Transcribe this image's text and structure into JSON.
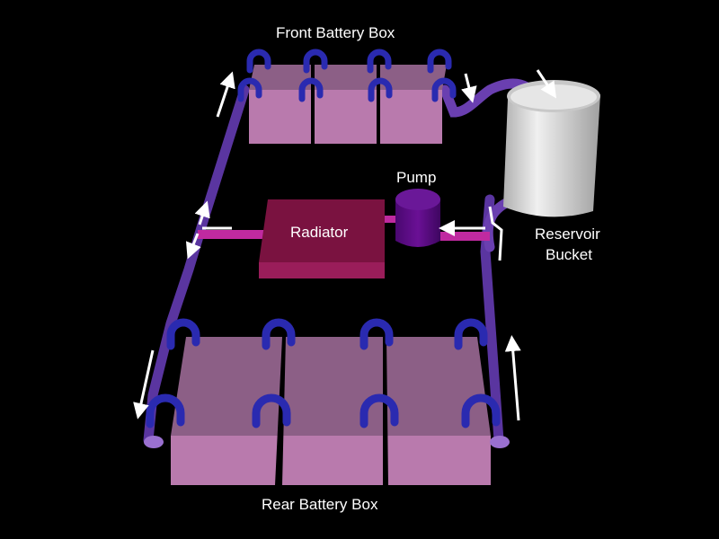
{
  "labels": {
    "front_battery_box": "Front Battery Box",
    "rear_battery_box": "Rear Battery Box",
    "radiator": "Radiator",
    "pump": "Pump",
    "reservoir_line1": "Reservoir",
    "reservoir_line2": "Bucket"
  },
  "colors": {
    "background": "#000000",
    "battery_top": "#8c5f86",
    "battery_front": "#b97aad",
    "battery_side": "#a06c98",
    "hose": "#6a3fb0",
    "hose_highlight": "#8a63d0",
    "terminal": "#2a2ab0",
    "radiator_top": "#7a1240",
    "radiator_front": "#8c1a50",
    "pipe": "#c02aa0",
    "pump": "#5a0a80",
    "bucket": "#d8d8d8",
    "arrow": "#ffffff"
  }
}
